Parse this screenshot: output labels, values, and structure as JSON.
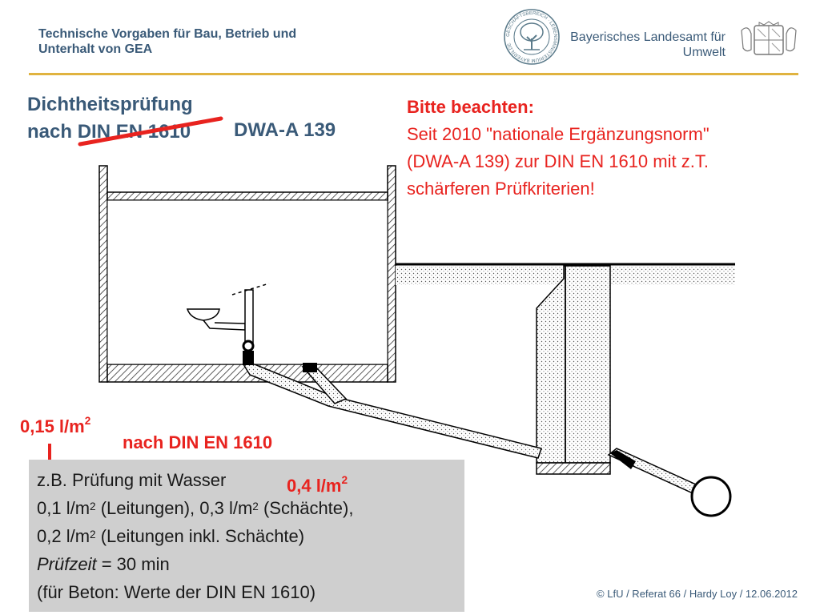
{
  "header": {
    "subtitle_line1": "Technische Vorgaben für Bau, Betrieb und",
    "subtitle_line2": "Unterhalt von GEA",
    "agency_line1": "Bayerisches Landesamt für",
    "agency_line2": "Umwelt",
    "seal_text": "GESCHÄFTSBEREICH · LEBENSMINISTERIUM BAYERN.DE"
  },
  "title": {
    "line1": "Dichtheitsprüfung",
    "line2_prefix": "nach",
    "line2_struck": "DIN EN 1610",
    "replacement": "DWA-A 139"
  },
  "notice": {
    "heading": "Bitte beachten:",
    "line1": "Seit 2010 \"nationale Ergänzungsnorm\"",
    "line2": "(DWA-A 139) zur DIN EN 1610 mit z.T.",
    "line3": "schärferen Prüfkriterien!"
  },
  "annotations": {
    "red_value_left": "0,15 l/m",
    "red_value_left_exp": "2",
    "red_nach": "nach DIN EN 1610",
    "red_value_right": "0,4 l/m",
    "red_value_right_exp": "2"
  },
  "testbox": {
    "line1": "z.B. Prüfung mit Wasser",
    "line2_a": "0,1 l/m",
    "line2_a_exp": "2",
    "line2_b": " (Leitungen), 0,3 l/m",
    "line2_b_exp": "2",
    "line2_c": " (Schächte),",
    "line3_a": "0,2 l/m",
    "line3_a_exp": "2",
    "line3_b": " (Leitungen inkl. Schächte)",
    "line4_label": "Prüfzeit",
    "line4_value": " = 30 min",
    "line5": "(für Beton: Werte der DIN EN 1610)"
  },
  "footer": "© LfU / Referat 66 / Hardy Loy / 12.06.2012",
  "colors": {
    "accent_red": "#e8231f",
    "text_blue": "#3a5a78",
    "rule_gold": "#e0b340",
    "box_grey": "#cfcfcf"
  }
}
